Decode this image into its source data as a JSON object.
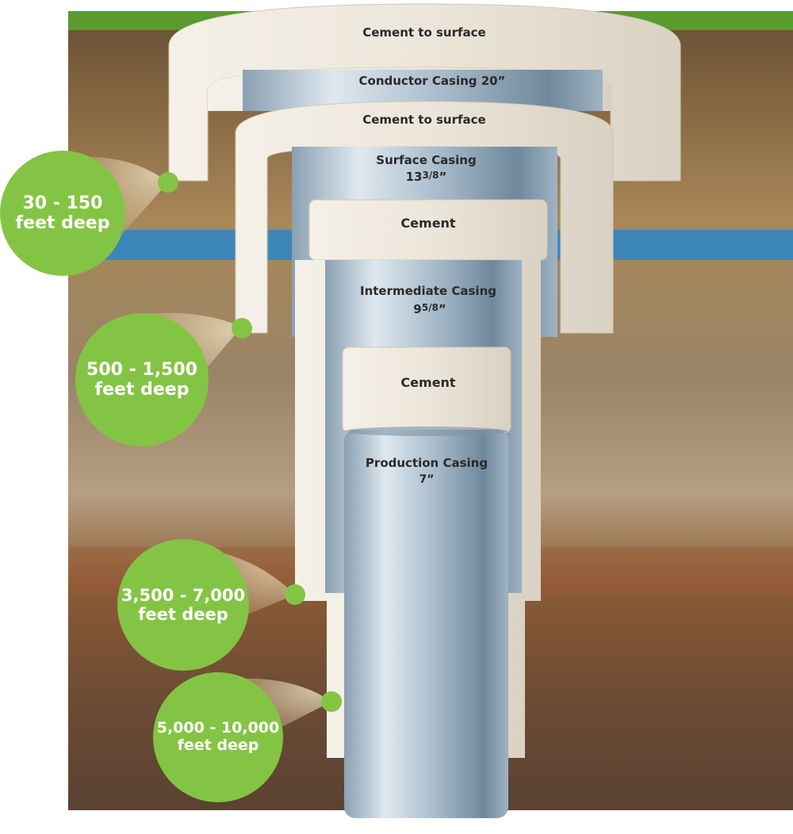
{
  "labels": {
    "cement_top": "Cement to surface",
    "conductor": "Conductor Casing 20”",
    "cement_second": "Cement to surface",
    "surface_name": "Surface Casing",
    "surface_size": "13",
    "surface_frac": "3/8",
    "cement_third": "Cement",
    "intermediate_name": "Intermediate Casing",
    "intermediate_size": "9",
    "intermediate_frac": "5/8",
    "cement_fourth": "Cement",
    "production_name": "Production Casing",
    "production_size": "7”"
  },
  "depths": [
    {
      "line1": "30 - 150",
      "line2": "feet deep"
    },
    {
      "line1": "500 - 1,500",
      "line2": "feet deep"
    },
    {
      "line1": "3,500 - 7,000",
      "line2": "feet deep"
    },
    {
      "line1": "5,000 - 10,000",
      "line2": "feet deep"
    }
  ],
  "colors": {
    "bubble": "#84c444",
    "cement": "#efeae0",
    "steel": "#b4c6d4",
    "aquifer": "#3d86b8",
    "grass": "#5a9a2e"
  }
}
